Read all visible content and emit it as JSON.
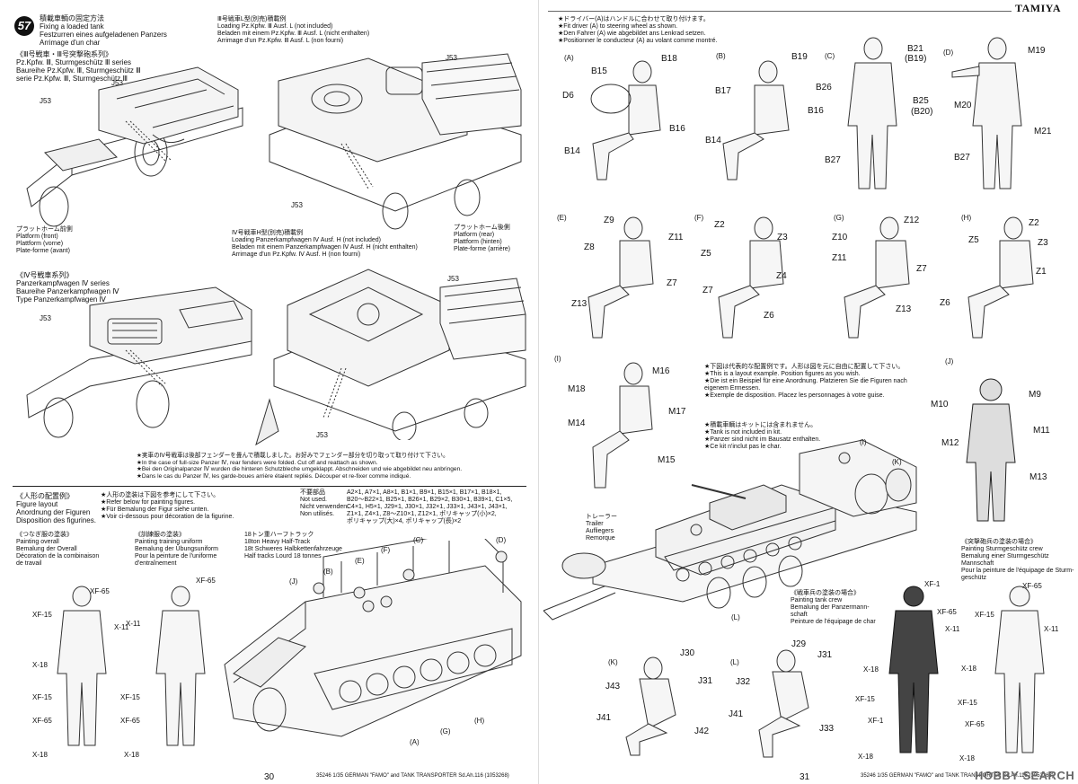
{
  "brand": "TAMIYA",
  "page_left": "30",
  "page_right": "31",
  "footer_left": "35246 1/35 GERMAN \"FAMO\" and TANK TRANSPORTER Sd.Ah.116 (1053268)",
  "footer_right": "35246 1/35 GERMAN \"FAMO\" and TANK TRANSPORTER Sd.Ah.116 (1053268)",
  "watermark": "HOBBY SEARCH",
  "step57": {
    "number": "57",
    "title": "積載車輌の固定方法\nFixing a loaded tank\nFestzurren eines aufgeladenen Panzers\nArrimage d'un char",
    "pz3_series": "《Ⅲ号戦車・Ⅲ号突撃砲系列》\nPz.Kpfw. Ⅲ, Sturmgeschütz Ⅲ series\nBaureihe Pz.Kpfw. Ⅲ, Sturmgeschütz Ⅲ\nserie Pz.Kpfw. Ⅲ, Sturmgeschütz Ⅲ",
    "pz3_loading": "Ⅲ号戦車L型(別売)積載例\nLoading Pz.Kpfw. Ⅲ Ausf. L (not included)\nBeladen mit einem Pz.Kpfw. Ⅲ Ausf. L (nicht enthalten)\nArrimage d'un Pz.Kpfw. Ⅲ Ausf. L (non fourni)",
    "platform_front": "プラットホーム前側\nPlatform (front)\nPlattform (vorne)\nPlate-forme (avant)",
    "platform_rear": "プラットホーム後側\nPlatform (rear)\nPlattform (hinten)\nPlate-forme (arrière)",
    "pz4_loading": "Ⅳ号戦車H型(別売)積載例\nLoading Panzerkampfwagen Ⅳ Ausf. H (not included)\nBeladen mit einem Panzerkampfwagen Ⅳ Ausf. H (nicht enthalten)\nArrimage d'un Pz.Kpfw. Ⅳ Ausf. H (non fourni)",
    "pz4_series": "《Ⅳ号戦車系列》\nPanzerkampfwagen Ⅳ series\nBaureihe Panzerkampfwagen Ⅳ\nType Panzerkampfwagen Ⅳ",
    "fender_note": "★実車のⅣ号戦車は後部フェンダーを畳んで積載しました。お好みでフェンダー部分を切り取って取り付けて下さい。\n★In the case of full-size Panzer Ⅳ, rear fenders were folded. Cut off and reattach as shown.\n★Bei den Originalpanzer Ⅳ wurden die hinteren Schutzbleche umgeklappt. Abschneiden und wie abgebildet neu anbringen.\n★Dans le cas du Panzer Ⅳ, les garde-boues arrière étaient repliés. Découper et re-fixer comme indiqué.",
    "j53": "J53"
  },
  "figure_layout": {
    "title": "《人形の配置例》\nFigure layout\nAnordnung der Figuren\nDisposition des figurines.",
    "painting_ref": "★人形の塗装は下図を参考にして下さい。\n★Refer below for painting figures.\n★Für Bemalung der Figur siehe unten.\n★Voir ci-dessous pour décoration de la figurine.",
    "overall": "《つなぎ服の塗装》\nPainting overall\nBemalung der Overall\nDécoration de la combinaison\nde travail",
    "training": "《訓練服の塗装》\nPainting training uniform\nBemalung der Übungsuniform\nPour la peinture de l'uniforme\nd'entraînement",
    "unused_label": "不要部品\nNot used.\nNicht verwenden.\nNon utilisés.",
    "unused_parts": "A2×1, A7×1, A8×1, B1×1, B9×1, B15×1, B17×1, B18×1,\nB20〜B22×1, B25×1, B26×1, B29×2, B30×1, B39×1, C1×5,\nC4×1, H5×1, J29×1, J30×1, J32×1, J33×1, J43×1, J43×1,\nZ1×1, Z4×1, Z8〜Z10×1, Z12×1, ポリキャップ(小)×2,\nポリキャップ(大)×4, ポリキャップ(長)×2",
    "halftrack": "18トン重ハーフトラック\n18ton Heavy Half-Track\n18t Schweres Halbkettenfahrzeuge\nHalf tracks Lourd 18 tonnes",
    "trailer": "トレーラー\nTrailer\nAufliegers\nRemorque",
    "example_note": "★下図は代表的な配置例です。人形は図を元に自由に配置して下さい。\n★This is a layout example. Position figures as you wish.\n★Die ist ein Beispiel für eine Anordnung. Platzieren Sie die Figuren nach\n   eigenem Ermessen.\n★Exemple de disposition. Placez les personnages à votre guise.",
    "tank_not_included": "★積載車輌はキットには含まれません。\n★Tank is not included in kit.\n★Panzer sind nicht im Bausatz enthalten.\n★Ce kit n'inclut pas le char.",
    "tank_crew": "《戦車兵の塗装の場合》\nPainting tank crew\nBemalung der Panzermann-\nschaft\nPeinture de l'équipage de char",
    "stug_crew": "《突撃砲兵の塗装の場合》\nPainting Sturmgeschütz crew\nBemalung einer Sturmgeschütz\nMannschaft\nPour la peinture de l'équipage de Sturm-\ngeschütz"
  },
  "driver_note": "★ドライバー(A)はハンドルに合わせて取り付けます。\n★Fit driver (A) to steering wheel as shown.\n★Den Fahrer (A) wie abgebildet ans Lenkrad setzen.\n★Positionner le conducteur (A) au volant comme montré.",
  "figures": [
    {
      "id": "(A)",
      "parts": [
        "B18",
        "B15",
        "D6",
        "B16",
        "B14"
      ]
    },
    {
      "id": "(B)",
      "parts": [
        "B19",
        "B17",
        "B16",
        "B14"
      ]
    },
    {
      "id": "(C)",
      "parts": [
        "B21",
        "(B19)",
        "B26",
        "B25",
        "(B20)",
        "B27"
      ]
    },
    {
      "id": "(D)",
      "parts": [
        "M19",
        "M20",
        "M21",
        "B27"
      ]
    },
    {
      "id": "(E)",
      "parts": [
        "Z9",
        "Z11",
        "Z8",
        "Z7",
        "Z13"
      ]
    },
    {
      "id": "(F)",
      "parts": [
        "Z2",
        "Z3",
        "Z5",
        "Z4",
        "Z7",
        "Z6"
      ]
    },
    {
      "id": "(G)",
      "parts": [
        "Z12",
        "Z10",
        "Z11",
        "Z7",
        "Z13"
      ]
    },
    {
      "id": "(H)",
      "parts": [
        "Z2",
        "Z5",
        "Z3",
        "Z1",
        "Z6"
      ]
    },
    {
      "id": "(I)",
      "parts": [
        "M16",
        "M18",
        "M17",
        "M14",
        "M15"
      ]
    },
    {
      "id": "(J)",
      "parts": [
        "M9",
        "M10",
        "M11",
        "M12",
        "M13"
      ]
    },
    {
      "id": "(K)",
      "parts": [
        "J30",
        "J31",
        "J43",
        "J41",
        "J42"
      ]
    },
    {
      "id": "(L)",
      "parts": [
        "J29",
        "J31",
        "J32",
        "J41",
        "J33"
      ]
    }
  ],
  "layout_callouts": [
    "(J)",
    "(B)",
    "(E)",
    "(F)",
    "(C)",
    "(D)",
    "(A)",
    "(G)",
    "(H)",
    "(I)",
    "(K)",
    "(L)"
  ],
  "paints": {
    "overall": [
      "XF-65",
      "X-11",
      "XF-15",
      "X-18",
      "XF-15",
      "XF-65",
      "X-18"
    ],
    "training": [
      "XF-65",
      "X-11",
      "XF-15",
      "XF-65",
      "X-18"
    ],
    "tank_crew": [
      "XF-1",
      "XF-65",
      "X-11",
      "X-18",
      "XF-15",
      "XF-1",
      "X-18"
    ],
    "stug_crew": [
      "XF-65",
      "XF-15",
      "X-11",
      "X-18",
      "XF-15",
      "XF-65",
      "X-18"
    ]
  }
}
